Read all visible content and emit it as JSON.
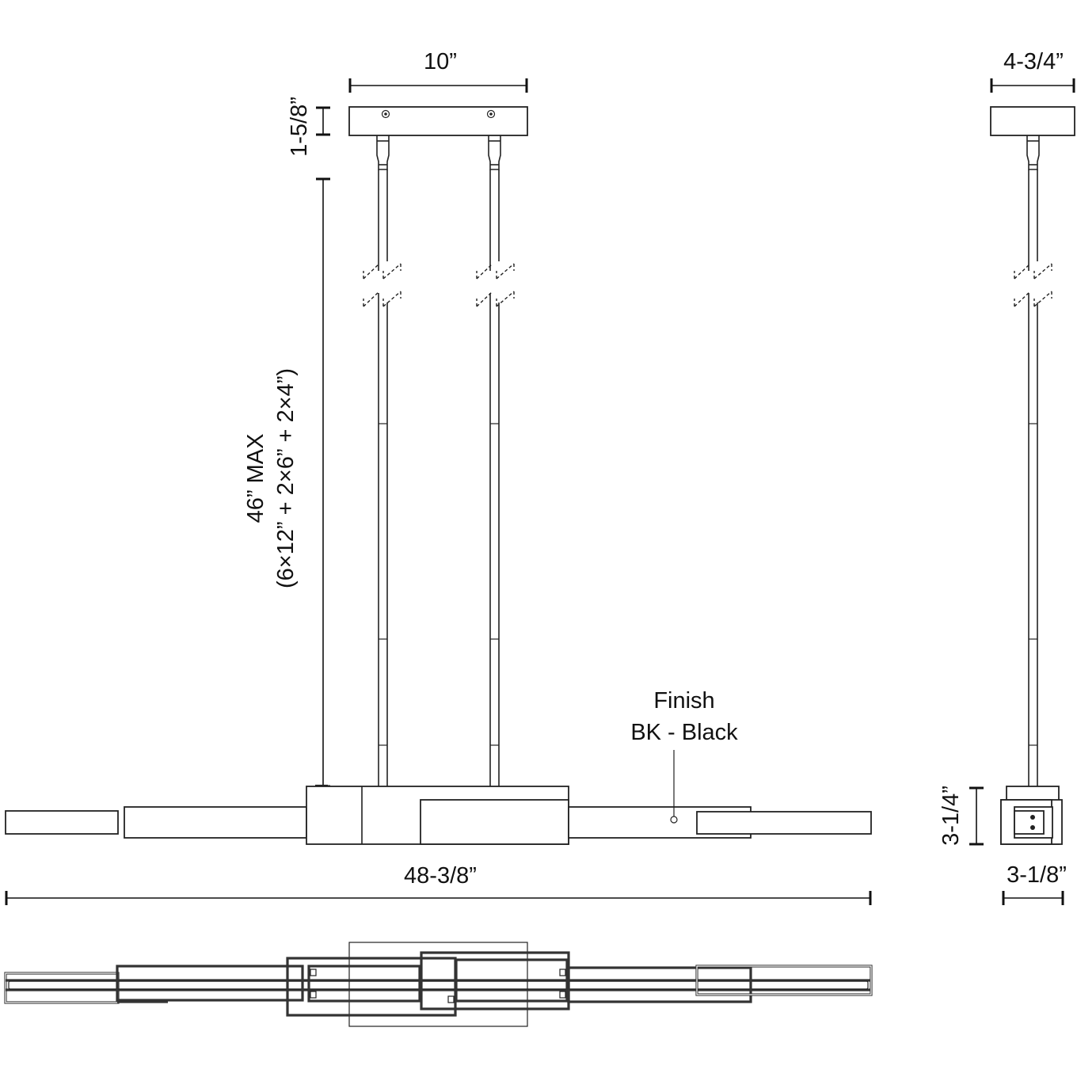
{
  "drawing": {
    "title": "Linear pendant dimension drawing",
    "dimensions": {
      "canopy_length": "10”",
      "canopy_height": "1-5/8”",
      "canopy_depth": "4-3/4”",
      "overall_drop_max": "46” MAX",
      "rod_composition": "(6×12” + 2×6” + 2×4”)",
      "overall_length": "48-3/8”",
      "body_height": "3-1/4”",
      "body_depth": "3-1/8”"
    },
    "finish": {
      "heading": "Finish",
      "value": "BK - Black"
    },
    "views": {
      "front": "front-elevation",
      "side": "side-elevation",
      "top": "plan-view"
    },
    "line_color": "#222222",
    "background": "#ffffff"
  }
}
